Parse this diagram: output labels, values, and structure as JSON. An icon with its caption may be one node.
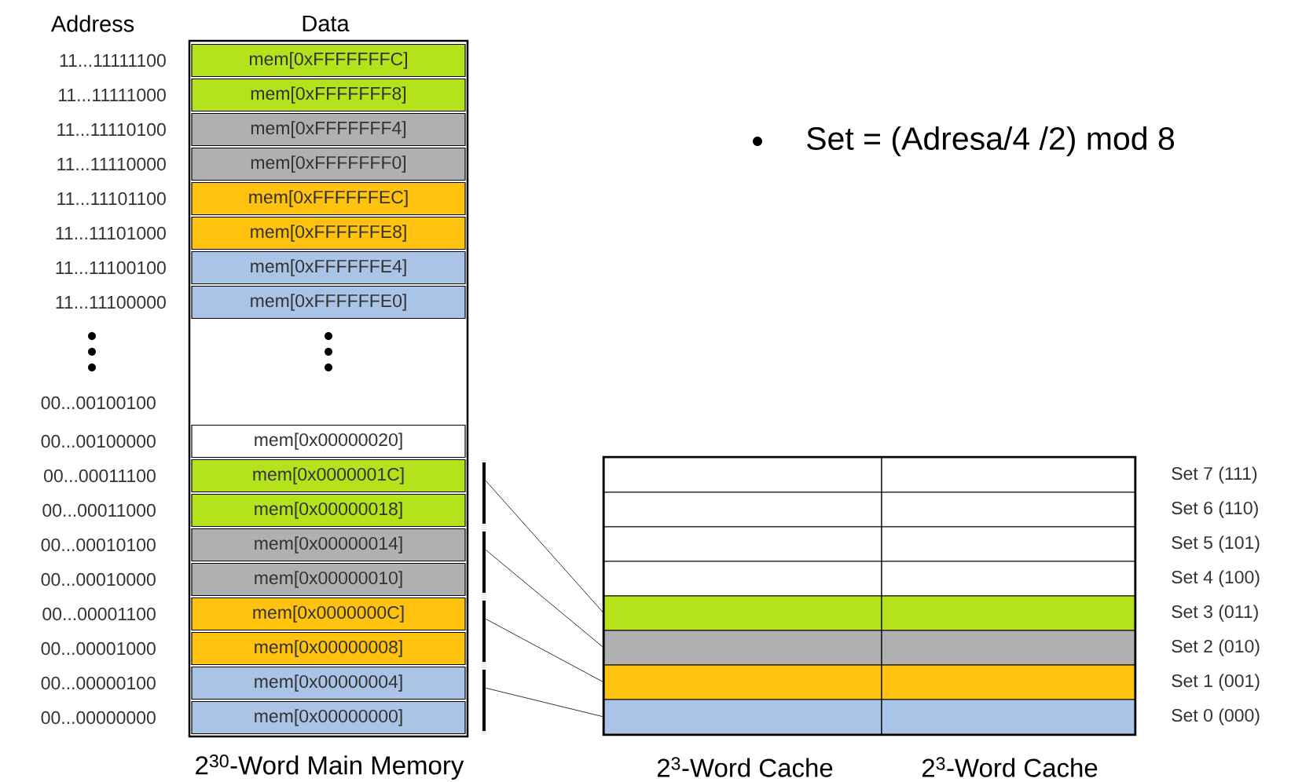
{
  "diagram": {
    "nodes": [
      {
        "text": [
          "mem[0xFFFFFFFC]"
        ]
      },
      {
        "text": [
          "mem[0xFFFFFFF8]"
        ]
      },
      {
        "text": [
          "mem[0xFFFFFFF4]"
        ]
      },
      {
        "text": [
          "mem[0xFFFFFFF0]"
        ]
      },
      {
        "text": [
          "mem[0xFFFFFFEC]"
        ]
      },
      {
        "text": [
          "mem[0xFFFFFFE8]"
        ]
      },
      {
        "text": [
          "mem[0xFFFFFFE4]"
        ]
      },
      {
        "text": [
          "mem[0xFFFFFFE0]"
        ]
      },
      {
        "text": [
          "mem[0x00000020]"
        ]
      },
      {
        "text": [
          "mem[0x0000001C]"
        ]
      },
      {
        "text": [
          "mem[0x00000018]"
        ]
      },
      {
        "text": [
          "mem[0x00000014]"
        ]
      },
      {
        "text": [
          "mem[0x00000010]"
        ]
      },
      {
        "text": [
          "mem[0x0000000C]"
        ]
      },
      {
        "text": [
          "mem[0x00000008]"
        ]
      },
      {
        "text": [
          "mem[0x00000004]"
        ]
      },
      {
        "text": [
          "mem[0x00000000]"
        ]
      },
      {
        "text": [],
        "shape": "bar"
      },
      {
        "text": [],
        "shape": "bar"
      },
      {
        "text": [],
        "shape": "bar"
      },
      {
        "text": [],
        "shape": "bar"
      },
      {
        "text": [],
        "shape": "box"
      },
      {
        "text": [],
        "shape": "box"
      },
      {
        "text": [],
        "shape": "box"
      },
      {
        "text": [],
        "shape": "box"
      },
      {
        "text": [],
        "shape": "box"
      },
      {
        "text": [],
        "shape": "box"
      },
      {
        "text": [],
        "shape": "box"
      },
      {
        "text": [],
        "shape": "box"
      },
      {
        "text": [],
        "shape": "box"
      },
      {
        "text": [],
        "shape": "box"
      },
      {
        "text": [],
        "shape": "box"
      },
      {
        "text": [],
        "shape": "box"
      },
      {
        "text": [],
        "shape": "box"
      },
      {
        "text": [],
        "shape": "box"
      },
      {
        "text": [],
        "shape": "box"
      },
      {
        "text": [],
        "shape": "box"
      }
    ],
    "edges": [
      {
        "from": 17,
        "to": 29,
        "arrow": "none"
      },
      {
        "from": 18,
        "to": 31,
        "arrow": "none"
      },
      {
        "from": 19,
        "to": 33,
        "arrow": "none"
      },
      {
        "from": 20,
        "to": 35,
        "arrow": "none"
      }
    ],
    "labels": [
      "Address",
      "Data",
      "11...11111100",
      "11...11111000",
      "11...11110100",
      "11...11110000",
      "11...11101100",
      "11...11101000",
      "11...11100100",
      "11...11100000",
      "00...00100100",
      "00...00100000",
      "00...00011100",
      "00...00011000",
      "00...00010100",
      "00...00010000",
      "00...00001100",
      "00...00001000",
      "00...00000100",
      "00...00000000",
      "Set = (Adresa/4 /2) mod 8",
      "Set 7 (111)",
      "Set 6 (110)",
      "Set 5 (101)",
      "Set 4 (100)",
      "Set 3 (011)",
      "Set 2 (010)",
      "Set 1 (001)",
      "Set 0 (000)",
      "2$^{30}$-Word Main Memory",
      "2$^{3}$-Word Cache",
      "2$^{3}$-Word Cache"
    ]
  }
}
